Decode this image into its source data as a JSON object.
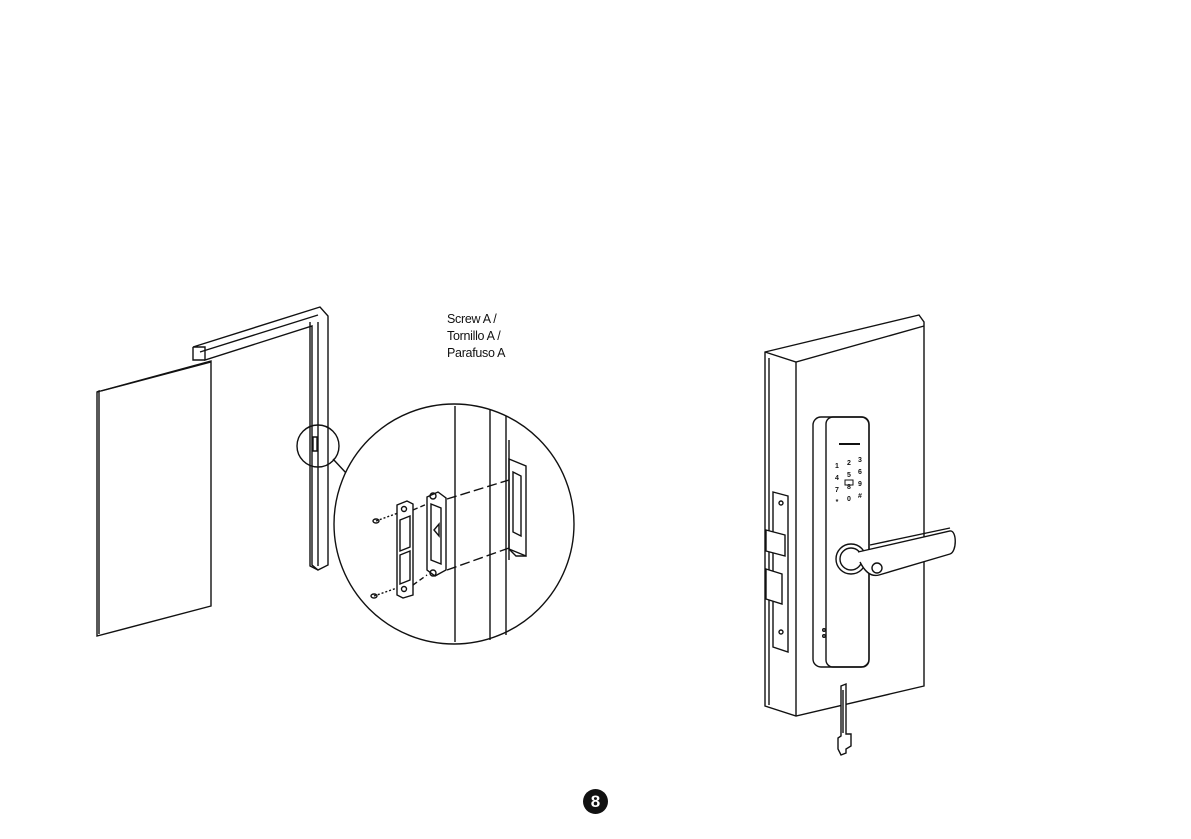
{
  "screw_label": {
    "line1": "Screw A /",
    "line2": "Tornillo A /",
    "line3": "Parafuso A"
  },
  "keypad": {
    "keys": [
      "1",
      "2",
      "3",
      "4",
      "5",
      "6",
      "7",
      "8",
      "9",
      "*",
      "0",
      "#"
    ]
  },
  "page_number": "8"
}
